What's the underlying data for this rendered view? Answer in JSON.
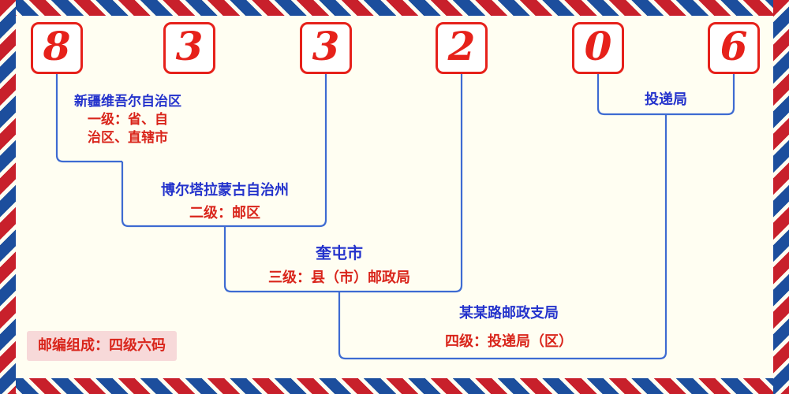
{
  "colors": {
    "digit-red": "#e6211a",
    "label-blue": "#2433cc",
    "desc-red": "#d9251b",
    "line-blue": "#3e6bd2",
    "airmail-red": "#c8202b",
    "airmail-blue": "#1c4e9d",
    "badge-bg": "#f7d9d9",
    "paper": "#fffef2"
  },
  "postal_code": {
    "digits": [
      "8",
      "3",
      "3",
      "2",
      "0",
      "6"
    ]
  },
  "levels": [
    {
      "name": "新疆维吾尔自治区",
      "desc": "一级：省、自治区、直辖市"
    },
    {
      "name": "博尔塔拉蒙古自治州",
      "desc": "二级：邮区"
    },
    {
      "name": "奎屯市",
      "desc": "三级：县（市）邮政局"
    },
    {
      "name": "某某路邮政支局",
      "desc": "四级：投递局（区）"
    }
  ],
  "delivery_office": {
    "label": "投递局"
  },
  "footer": {
    "badge": "邮编组成：四级六码"
  }
}
